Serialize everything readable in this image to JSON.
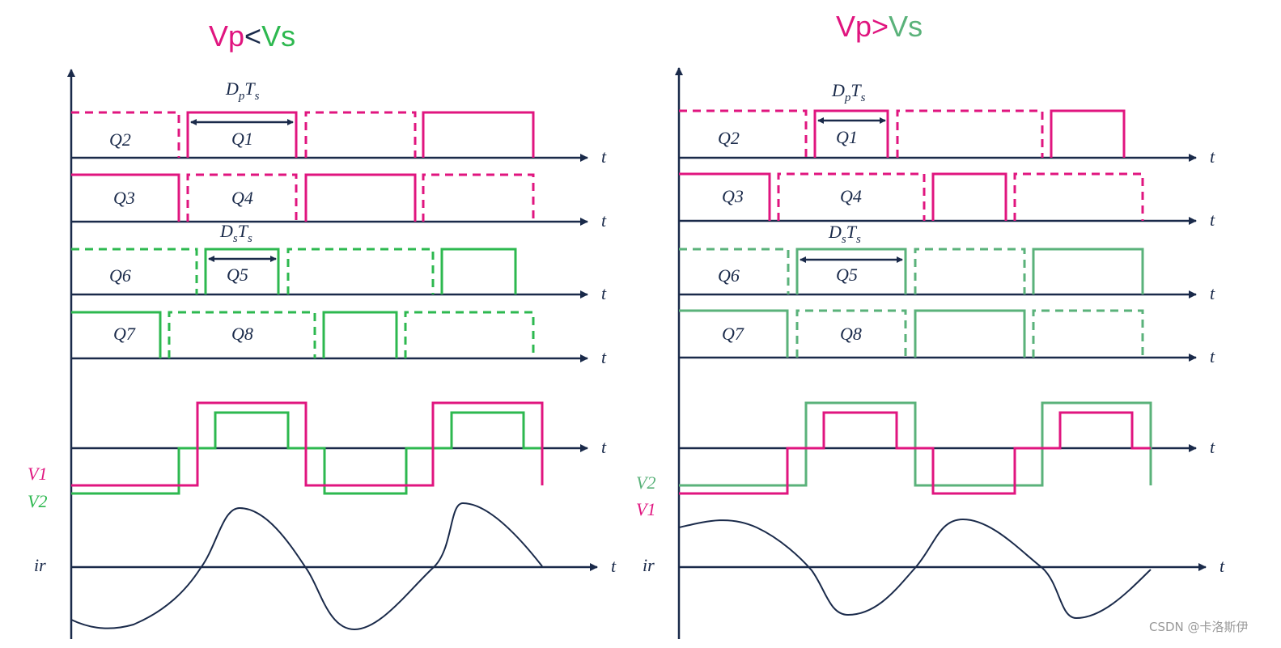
{
  "colors": {
    "primary": "#e0157f",
    "secondary_left": "#2db84f",
    "secondary_right": "#5ab27a",
    "axis": "#1a2a4a",
    "lt": "#1a2a4a"
  },
  "left": {
    "title": {
      "a": "Vp",
      "op": "<",
      "b": "Vs"
    },
    "q_labels": {
      "q2": "Q2",
      "q1": "Q1",
      "q3": "Q3",
      "q4": "Q4",
      "q6": "Q6",
      "q5": "Q5",
      "q7": "Q7",
      "q8": "Q8"
    },
    "dim_p": {
      "main": "D",
      "sub": "p",
      "main2": "T",
      "sub2": "s"
    },
    "dim_s": {
      "main": "D",
      "sub": "s",
      "main2": "T",
      "sub2": "s"
    },
    "v_labels": {
      "top": "V1",
      "bottom": "V2"
    },
    "ir": "ir",
    "t": "t"
  },
  "right": {
    "title": {
      "a": "Vp",
      "op": ">",
      "b": "Vs"
    },
    "q_labels": {
      "q2": "Q2",
      "q1": "Q1",
      "q3": "Q3",
      "q4": "Q4",
      "q6": "Q6",
      "q5": "Q5",
      "q7": "Q7",
      "q8": "Q8"
    },
    "dim_p": {
      "main": "D",
      "sub": "p",
      "main2": "T",
      "sub2": "s"
    },
    "dim_s": {
      "main": "D",
      "sub": "s",
      "main2": "T",
      "sub2": "s"
    },
    "v_labels": {
      "top": "V2",
      "bottom": "V1"
    },
    "ir": "ir",
    "t": "t"
  },
  "watermark": "CSDN @卡洛斯伊"
}
